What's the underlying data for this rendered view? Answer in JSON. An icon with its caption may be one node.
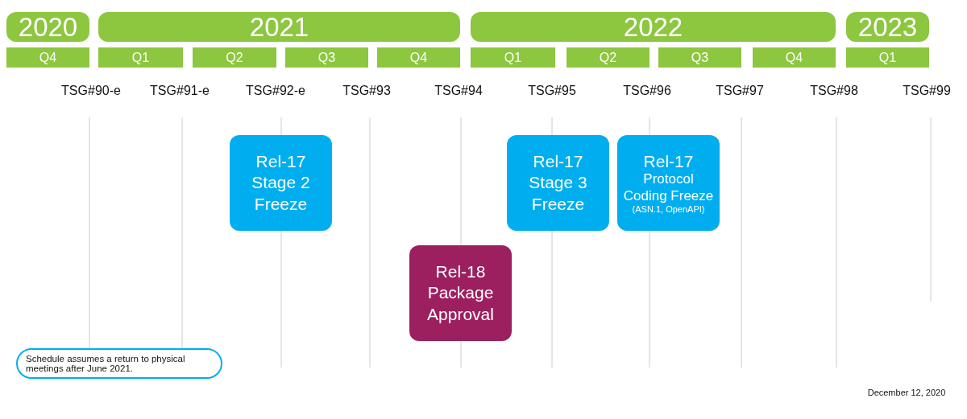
{
  "diagram": {
    "nodes": [
      {
        "text": [
          "2020"
        ]
      },
      {
        "text": [
          "2021"
        ]
      },
      {
        "text": [
          "2022"
        ]
      },
      {
        "text": [
          "2023"
        ]
      },
      {
        "text": [
          "Q4"
        ]
      },
      {
        "text": [
          "Q1"
        ]
      },
      {
        "text": [
          "Q2"
        ]
      },
      {
        "text": [
          "Q3"
        ]
      },
      {
        "text": [
          "Q4"
        ]
      },
      {
        "text": [
          "Q1"
        ]
      },
      {
        "text": [
          "Q2"
        ]
      },
      {
        "text": [
          "Q3"
        ]
      },
      {
        "text": [
          "Q4"
        ]
      },
      {
        "text": [
          "Q1"
        ]
      },
      {
        "text": [
          "Rel-17 Stage 2 Freeze"
        ]
      },
      {
        "text": [
          "Rel-17 Stage 3 Freeze"
        ]
      },
      {
        "text": [
          "Rel-17",
          "Protocol Coding Freeze",
          "(ASN.1, OpenAPI)"
        ]
      },
      {
        "text": [
          "Rel-18 Package Approval"
        ]
      },
      {
        "text": [
          "Schedule assumes a return to physical meetings after June 2021."
        ]
      }
    ],
    "edges": [],
    "labels": [
      "TSG#90-e",
      "TSG#91-e",
      "TSG#92-e",
      "TSG#93",
      "TSG#94",
      "TSG#95",
      "TSG#96",
      "TSG#97",
      "TSG#98",
      "TSG#99",
      "December 12, 2020"
    ]
  }
}
